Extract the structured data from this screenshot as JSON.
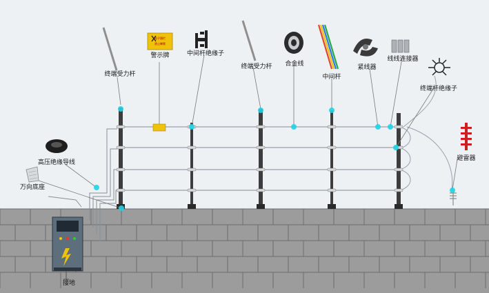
{
  "title": "",
  "labels": {
    "end_pole_left": "终端受力杆",
    "warning_sign": "警示牌",
    "mid_pole_insulator": "中间杆绝缘子",
    "end_pole_mid": "终端受力杆",
    "alloy_wire": "合金线",
    "mid_pole": "中间杆",
    "tightener": "紧线器",
    "wire_connector": "线线连接器",
    "end_pole_insulator": "终端杆绝缘子",
    "hv_cable": "高压绝缘导线",
    "swivel_base": "万向底座",
    "lightning_arrester": "避雷器",
    "grounding": "接地"
  },
  "warning_sign_text": [
    "电子围栏",
    "禁止攀爬"
  ],
  "colors": {
    "background": "#eef1f4",
    "wall": "#9c9c9c",
    "brick_line": "#6c6c6c",
    "pole": "#3d3d3d",
    "wire": "#9aa0a6",
    "highlight": "#1fd3e6",
    "sign_yellow": "#f1c20b",
    "arrester_red": "#c8201f"
  }
}
